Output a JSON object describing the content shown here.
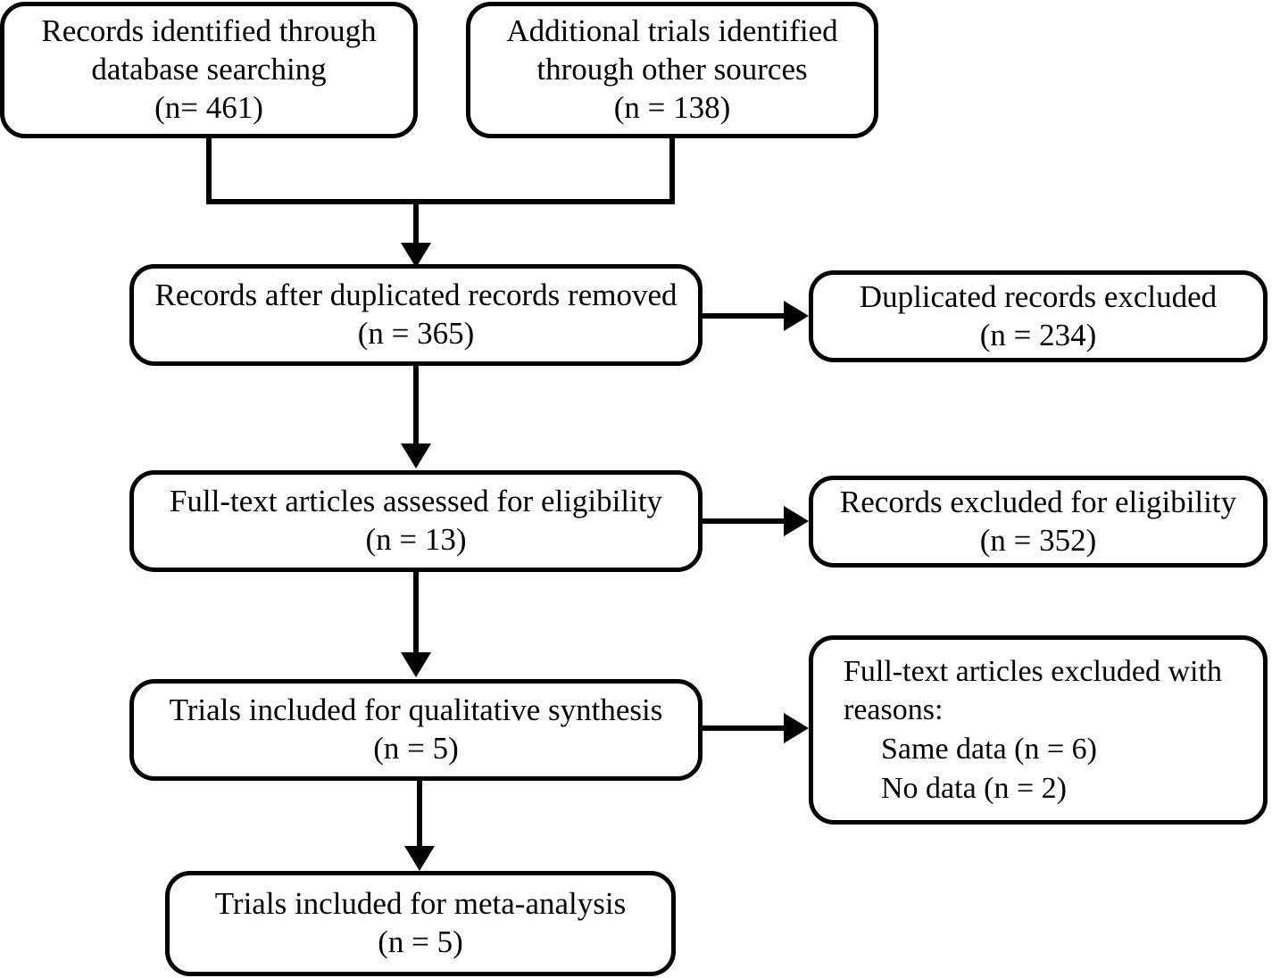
{
  "diagram": {
    "type": "prisma-flow-diagram",
    "title": "PRISMA study selection flow diagram",
    "colors": {
      "stroke": "#000000",
      "fill": "#ffffff",
      "text": "#000000"
    },
    "nodes": {
      "db_search": {
        "name": "records-identified-database-searching",
        "lines": [
          "Records identified through",
          "database searching",
          "(n= 461)"
        ],
        "count": 461
      },
      "other_sources": {
        "name": "additional-trials-other-sources",
        "lines": [
          "Additional trials identified",
          "through other sources",
          "(n = 138)"
        ],
        "count": 138
      },
      "after_duplicates": {
        "name": "records-after-duplicates-removed",
        "lines": [
          "Records after duplicated records removed",
          "(n = 365)"
        ],
        "count": 365
      },
      "duplicates_excluded": {
        "name": "duplicated-records-excluded",
        "lines": [
          "Duplicated records excluded",
          "(n = 234)"
        ],
        "count": 234
      },
      "fulltext_assessed": {
        "name": "full-text-articles-assessed",
        "lines": [
          "Full-text articles assessed for eligibility",
          "(n = 13)"
        ],
        "count": 13
      },
      "excluded_eligibility": {
        "name": "records-excluded-for-eligibility",
        "lines": [
          "Records excluded for eligibility",
          "(n = 352)"
        ],
        "count": 352
      },
      "qualitative": {
        "name": "trials-included-qualitative-synthesis",
        "lines": [
          "Trials included for qualitative synthesis",
          "(n = 5)"
        ],
        "count": 5
      },
      "excluded_reasons": {
        "name": "full-text-excluded-with-reasons",
        "lines": [
          "Full-text articles excluded with",
          "reasons:",
          "Same data (n = 6)",
          "No data (n = 2)"
        ],
        "reasons": [
          {
            "label": "Same data",
            "count": 6
          },
          {
            "label": "No data",
            "count": 2
          }
        ]
      },
      "meta_analysis": {
        "name": "trials-included-meta-analysis",
        "lines": [
          "Trials included for meta-analysis",
          "(n = 5)"
        ],
        "count": 5
      }
    },
    "edges": [
      {
        "from": "db_search",
        "to": "after_duplicates",
        "style": "merge-down-arrow"
      },
      {
        "from": "other_sources",
        "to": "after_duplicates",
        "style": "merge-down-arrow"
      },
      {
        "from": "after_duplicates",
        "to": "duplicates_excluded",
        "style": "right-arrow"
      },
      {
        "from": "after_duplicates",
        "to": "fulltext_assessed",
        "style": "down-arrow"
      },
      {
        "from": "fulltext_assessed",
        "to": "excluded_eligibility",
        "style": "right-arrow"
      },
      {
        "from": "fulltext_assessed",
        "to": "qualitative",
        "style": "down-arrow"
      },
      {
        "from": "qualitative",
        "to": "excluded_reasons",
        "style": "right-arrow"
      },
      {
        "from": "qualitative",
        "to": "meta_analysis",
        "style": "down-arrow"
      }
    ]
  }
}
